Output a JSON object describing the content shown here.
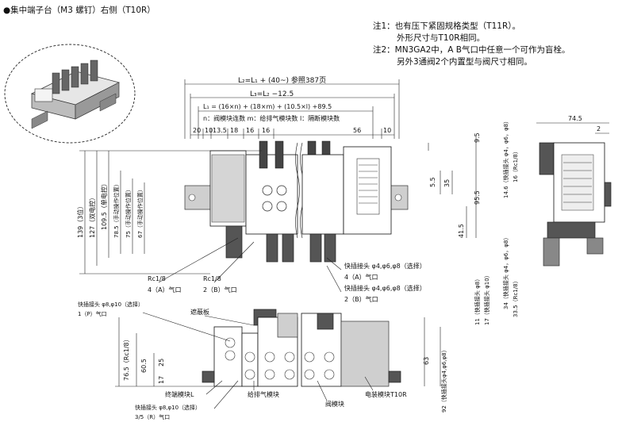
{
  "header": {
    "title": "●集中端子台（M3 螺钉）右侧（T10R）"
  },
  "notes": {
    "n1a": "注1：也有压下紧固规格类型（T11R）。",
    "n1b": "外形尺寸与T10R相同。",
    "n2a": "注2：MN3GA2中，A B气口中任意一个可作为盲栓。",
    "n2b": "另外3通阀2个内置型与阀尺寸相同。"
  },
  "top_dims": {
    "l2": "L₂=L₁ + (40~) 参照387页",
    "l3": "L₃=L₂ −12.5",
    "l1": "L₁ = (16×n) + (18×m) + (10.5×l) +89.5",
    "legend": "n：阀模块连数  m：给排气模块数  l：隔断模块数",
    "d20": "20",
    "d10": "10",
    "d135": "13.5",
    "d18": "18",
    "d16a": "16",
    "d16b": "16",
    "d56": "56",
    "d10b": "10"
  },
  "left_dims": {
    "v139": "139（3位）",
    "v127": "127（双电控）",
    "v1095": "109.5（单电控）",
    "v785": "78.5（手动操作位置）",
    "v75": "75（手动操作位置）",
    "v67": "67（手动操作位置）"
  },
  "right_dims": {
    "d95": "9.5",
    "d55": "5.5",
    "d35": "35",
    "d955": "95.5",
    "d415": "41.5"
  },
  "side_view": {
    "d745": "74.5",
    "d2": "2",
    "lab146": "14.6（快插接头 φ4，φ6，φ8）",
    "lab16": "16（Rc1/8）",
    "lab34": "34（快插接头 φ4，φ6，φ8）",
    "lab33": "33.5（Rc1/8）",
    "lab11": "11（快插接头 φ8）",
    "lab17": "17（快插接头 φ10）"
  },
  "callouts": {
    "rc1": "Rc1/8",
    "port4a": "4（A）气口",
    "rc2": "Rc1/8",
    "port2b": "2（B）气口",
    "fit4a": "快插接头 φ4,φ6,φ8（选择）",
    "fit4a_port": "4（A）气口",
    "fit2b": "快插接头 φ4,φ6,φ8（选择）",
    "fit2b_port": "2（B）气口",
    "fit1p": "快插接头 φ8,φ10（选择）",
    "port1p": "1（P）气口",
    "shield": "遮蔽板",
    "end_l": "终端模块L",
    "supply": "给排气模块",
    "valve": "阀模块",
    "elec": "电装模块T10R",
    "fit35": "快插接头 φ8,φ10（选择）",
    "port35": "3/5（R）气口"
  },
  "bottom_dims": {
    "v765": "76.5（Rc1/8）",
    "v605": "60.5",
    "v25": "25",
    "v17": "17",
    "v63": "63",
    "v92": "92（快插接头φ4,φ6,φ8）"
  }
}
